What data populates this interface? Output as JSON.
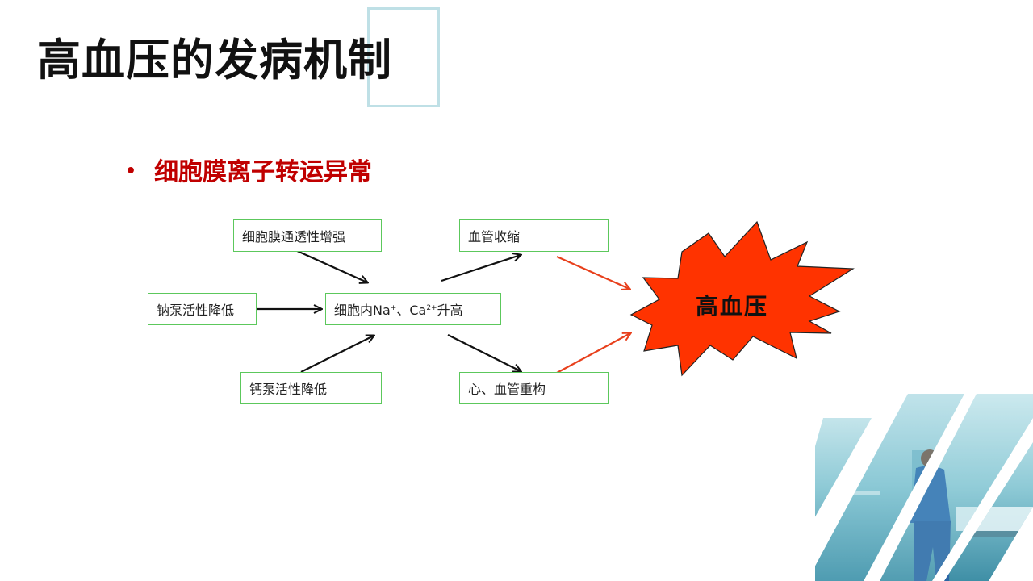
{
  "slide": {
    "title": "高血压的发病机制",
    "bullet": "细胞膜离子转运异常"
  },
  "diagram": {
    "box_membrane": "细胞膜通透性增强",
    "box_sodium_pump": "钠泵活性降低",
    "box_calcium_pump": "钙泵活性降低",
    "center": {
      "prefix": "细胞内Na",
      "na_sup": "+",
      "sep": "、Ca",
      "ca_sup": "2+",
      "suffix": "升高"
    },
    "box_vasoconstriction": "血管收缩",
    "box_remodeling": "心、血管重构",
    "outcome": "高血压"
  },
  "colors": {
    "accent_red": "#c00000",
    "box_border": "#5cc85c",
    "burst_fill": "#ff3300",
    "outcome_arrow": "#e8401c",
    "frame": "#bfe0e6"
  }
}
